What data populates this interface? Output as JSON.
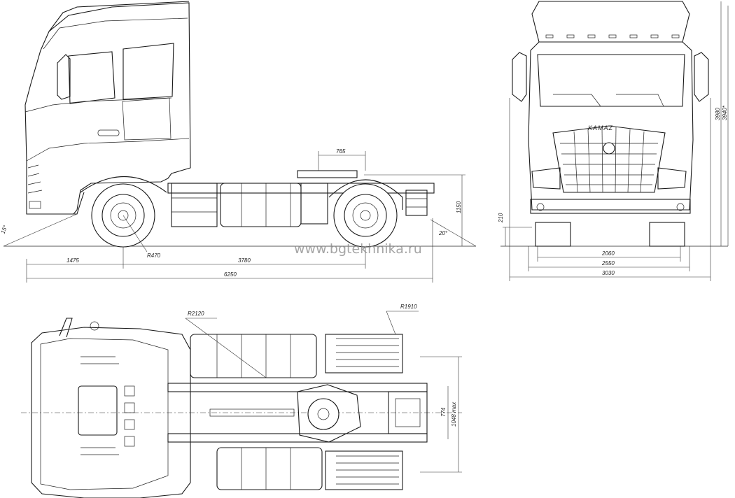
{
  "watermark": "www.bgtekhnika.ru",
  "brand": "KAMAZ",
  "side_view": {
    "angle_front": "15°",
    "angle_rear": "20°",
    "wheel_radius": "R470",
    "fifth_wheel_offset": "765",
    "fifth_wheel_height": "1150",
    "front_overhang": "1475",
    "wheelbase": "3780",
    "overall_length": "6250"
  },
  "front_view": {
    "ground_clearance": "210",
    "track": "2060",
    "width": "2550",
    "width_mirrors": "3030",
    "height": "3980",
    "height_alt": "3940*"
  },
  "top_view": {
    "turn_radius": "R2120",
    "coupling_radius": "R1910",
    "frame_width": "774",
    "frame_width_max": "1048 max"
  }
}
